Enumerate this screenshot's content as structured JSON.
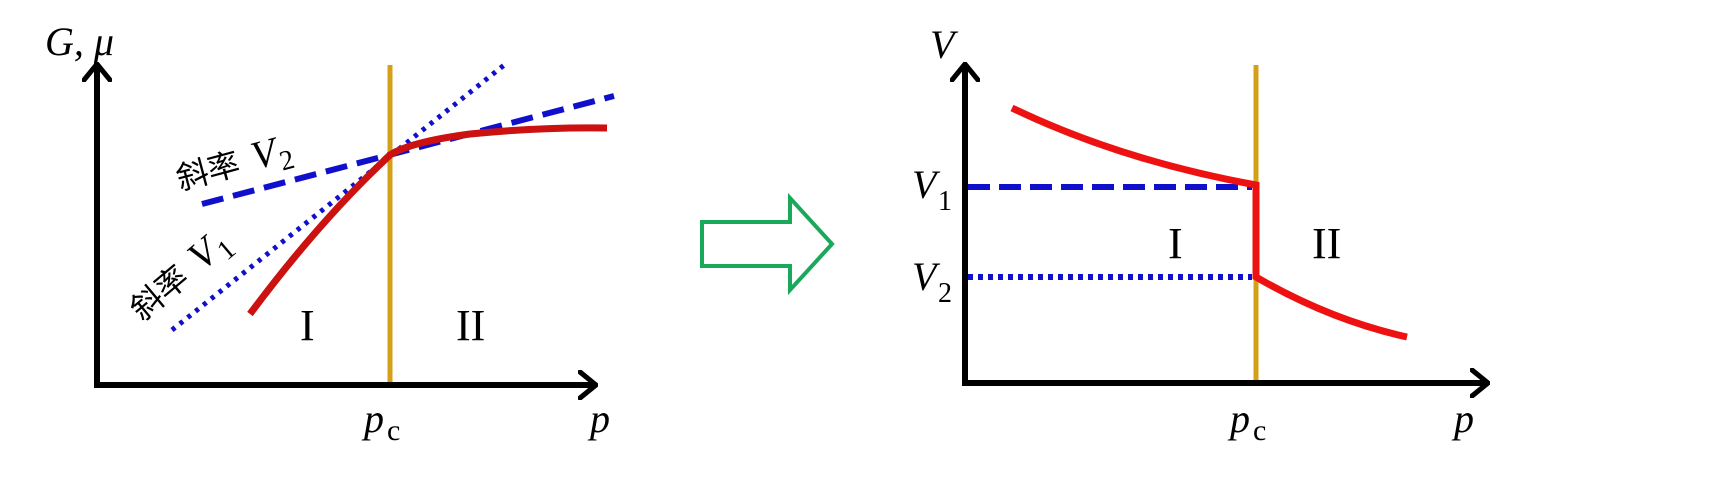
{
  "left_panel": {
    "y_axis_label": "G, μ",
    "x_axis_label": "p",
    "critical_label": "p",
    "critical_sub": "c",
    "slope_v2": {
      "prefix": "斜率",
      "var": "V",
      "sub": "2"
    },
    "slope_v1": {
      "prefix": "斜率",
      "var": "V",
      "sub": "1"
    },
    "region_1": "I",
    "region_2": "II"
  },
  "right_panel": {
    "y_axis_label": "V",
    "x_axis_label": "p",
    "critical_label": "p",
    "critical_sub": "c",
    "v1": {
      "var": "V",
      "sub": "1"
    },
    "v2": {
      "var": "V",
      "sub": "2"
    },
    "region_1": "I",
    "region_2": "II"
  },
  "colors": {
    "curve": "#e01010",
    "tangent": "#1010cc",
    "critical_line": "#d4a017",
    "arrow": "#1aa85a",
    "axis": "#000000"
  }
}
